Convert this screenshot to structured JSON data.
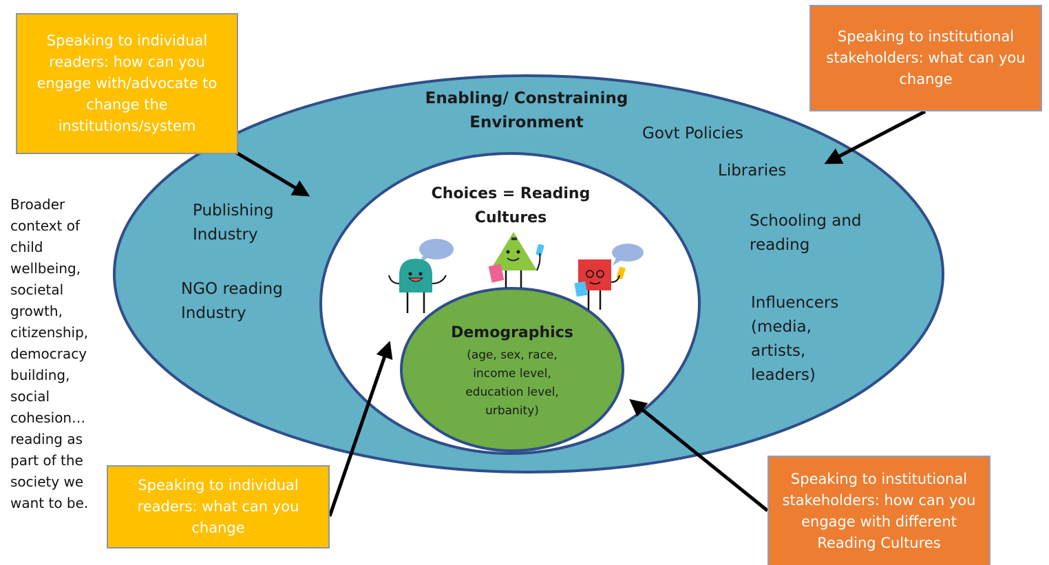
{
  "outer_ring": {
    "title": "Enabling/ Constraining Environment",
    "items": [
      "Govt Policies",
      "Libraries",
      "Schooling and reading",
      "Influencers (media, artists, leaders)",
      "Publishing Industry",
      "NGO reading Industry"
    ]
  },
  "middle_ring": {
    "title": "Choices = Reading Cultures"
  },
  "core": {
    "title": "Demographics",
    "detail": "(age, sex, race, income level, education level, urbanity)"
  },
  "side_note": "Broader context of child wellbeing, societal growth, citizenship, democracy building, social cohesion… reading as part of the society we want to be.",
  "callouts": {
    "top_left": "Speaking to individual readers: how can you engage with/advocate to change the institutions/system",
    "top_right": "Speaking to institutional stakeholders: what can you change",
    "bottom_left": "Speaking to individual readers: what can you change",
    "bottom_right": "Speaking to institutional stakeholders: how can you engage with different Reading Cultures"
  },
  "colors": {
    "outer_fill": "#62b1c6",
    "ring_border": "#2f4e8a",
    "core_fill": "#70ad47",
    "yellow_box": "#ffc000",
    "orange_box": "#ed7d31",
    "char_teal": "#2aa39a",
    "char_green": "#8cc63f",
    "char_red": "#e23838",
    "bubble": "#9bb5e0"
  },
  "icons": [
    "teal-arch-character-icon",
    "green-triangle-character-icon",
    "red-square-character-icon",
    "speech-bubble-icon"
  ]
}
